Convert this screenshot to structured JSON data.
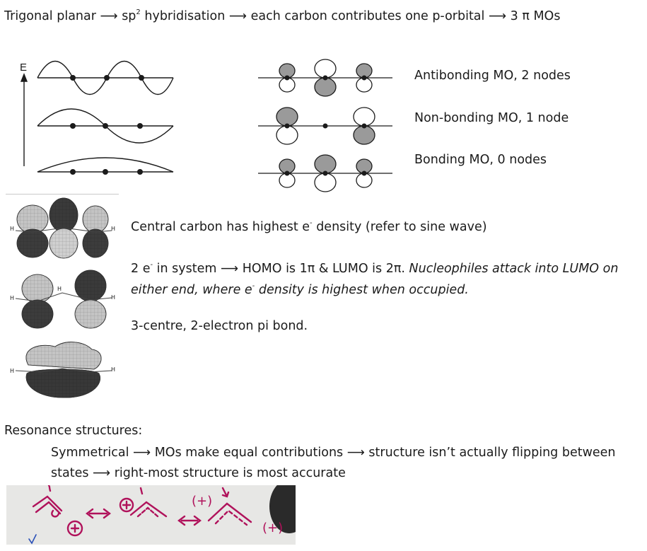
{
  "line1": {
    "a": "Trigonal planar",
    "arrow": "⟶",
    "b": "sp",
    "b_sup": "2",
    "c": "hybridisation",
    "d": "each carbon contributes one p-orbital",
    "e": "3 π MOs"
  },
  "energy_axis_label": "E",
  "mo_labels": {
    "antibonding": "Antibonding MO, 2 nodes",
    "nonbonding": "Non-bonding MO, 1 node",
    "bonding": "Bonding MO, 0 nodes"
  },
  "render_atom_label": "H",
  "para1": {
    "pre": "Central carbon has highest e",
    "sup": "-",
    "post": "density (refer to sine wave)"
  },
  "para2": {
    "a": "2 e",
    "sup1": "-",
    "b": "in system",
    "c": "HOMO is 1π & LUMO is 2π.",
    "d": "Nucleophiles attack into LUMO on",
    "e": "either end, where e",
    "sup2": "-",
    "f": "density is highest when occupied."
  },
  "para3": "3-centre, 2-electron pi bond.",
  "resonance_heading": "Resonance structures:",
  "resonance_line1": {
    "a": "Symmetrical",
    "b": "MOs make equal contributions",
    "c": "structure isn’t actually flipping between"
  },
  "resonance_line2": {
    "a": "states",
    "b": "right-most structure is most accurate"
  },
  "sketch_labels": {
    "plus_a": "(+)",
    "plus_b": "(+)",
    "double_arrow": "↔"
  },
  "colors": {
    "ink": "#1b1b1b",
    "orbital_fill": "#9a9a9a",
    "marker_ink": "#b0125b",
    "paper": "#e7e7e5"
  }
}
